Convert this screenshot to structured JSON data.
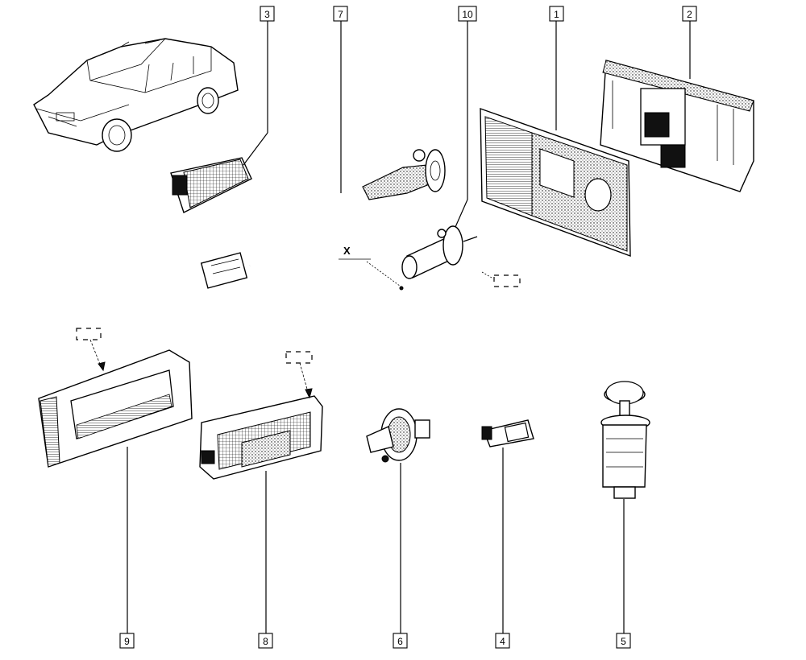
{
  "callouts": {
    "c1": "1",
    "c2": "2",
    "c3": "3",
    "c4": "4",
    "c5": "5",
    "c6": "6",
    "c7": "7",
    "c8": "8",
    "c9": "9",
    "c10": "10"
  },
  "marker_x": "X"
}
